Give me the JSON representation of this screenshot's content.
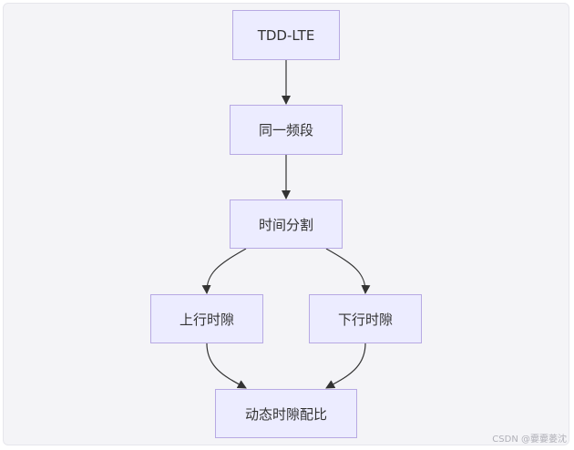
{
  "diagram": {
    "nodes": {
      "tdd_lte": "TDD-LTE",
      "same_band": "同一频段",
      "time_division": "时间分割",
      "uplink_slot": "上行时隙",
      "downlink_slot": "下行时隙",
      "dynamic_ratio": "动态时隙配比"
    },
    "edges": [
      [
        "tdd_lte",
        "same_band"
      ],
      [
        "same_band",
        "time_division"
      ],
      [
        "time_division",
        "uplink_slot"
      ],
      [
        "time_division",
        "downlink_slot"
      ],
      [
        "uplink_slot",
        "dynamic_ratio"
      ],
      [
        "downlink_slot",
        "dynamic_ratio"
      ]
    ]
  },
  "watermark": "CSDN @嫑嫑蒌沈",
  "colors": {
    "node_fill": "#ececff",
    "node_border": "#b7a9e3",
    "edge": "#333333",
    "background": "#f4f4f7"
  }
}
